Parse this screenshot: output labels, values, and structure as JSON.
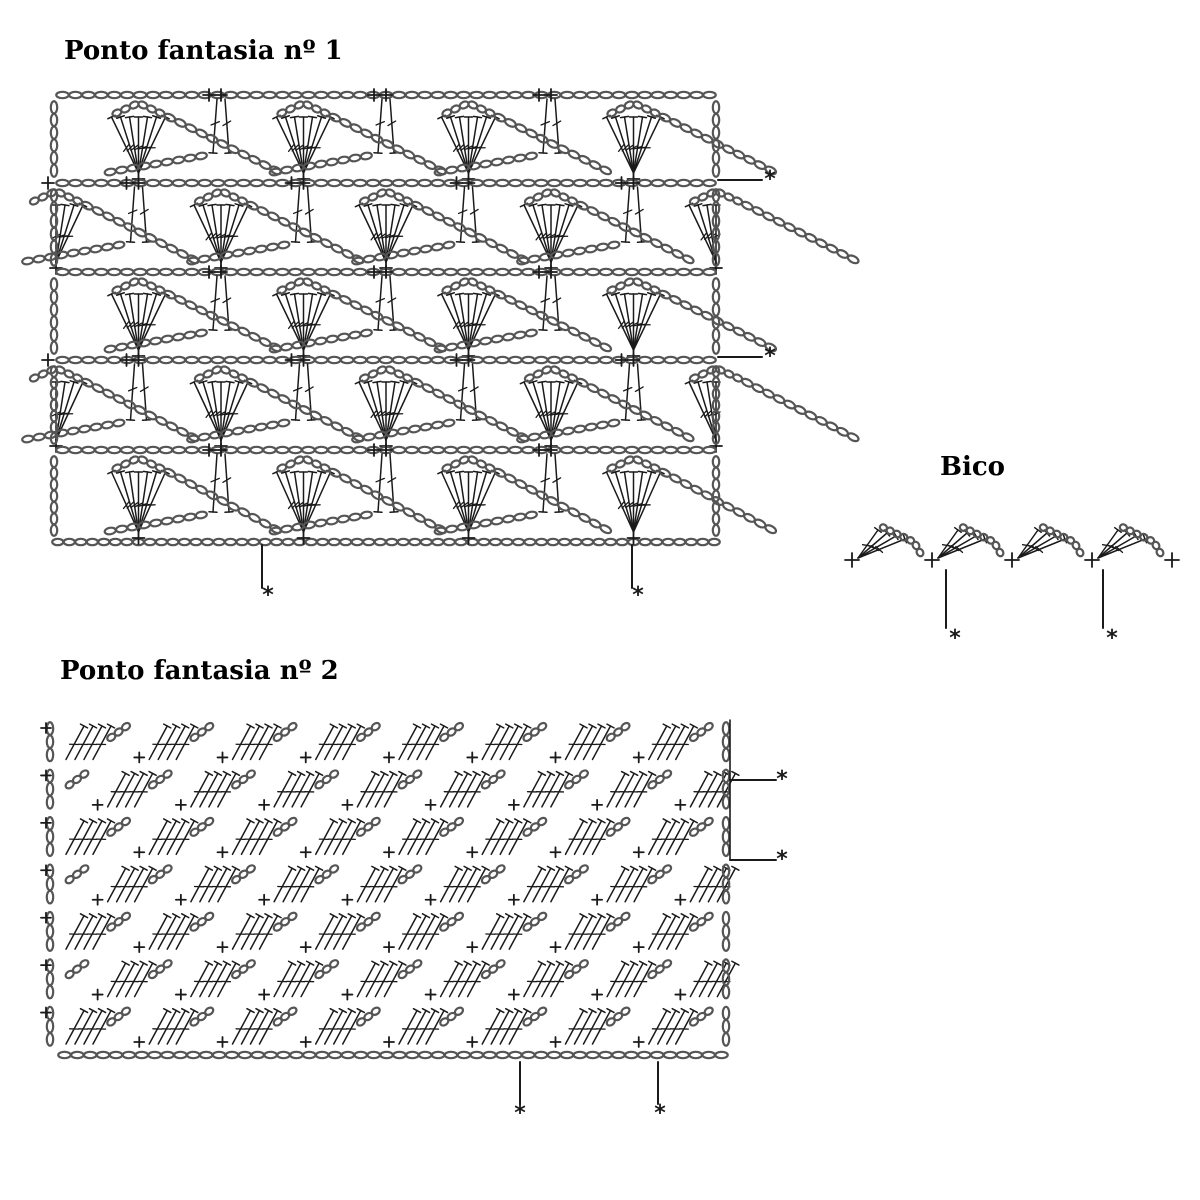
{
  "titles": {
    "chart1": "Ponto fantasia nº 1",
    "chart2": "Ponto fantasia nº 2",
    "bico": "Bico"
  },
  "marker_symbol": "*",
  "colors": {
    "ink": "#1a1a1a",
    "chain": "#555555",
    "background": "#ffffff"
  },
  "pattern1": {
    "shells_per_row": 4,
    "rows": 5,
    "repeat_markers_bottom": 2,
    "repeat_markers_right": 2
  },
  "pattern2": {
    "blocks_per_row": 8,
    "rows": 7,
    "repeat_markers_bottom": 2,
    "repeat_markers_right": 2
  },
  "bico": {
    "picots": 4,
    "repeat_markers": 2
  }
}
